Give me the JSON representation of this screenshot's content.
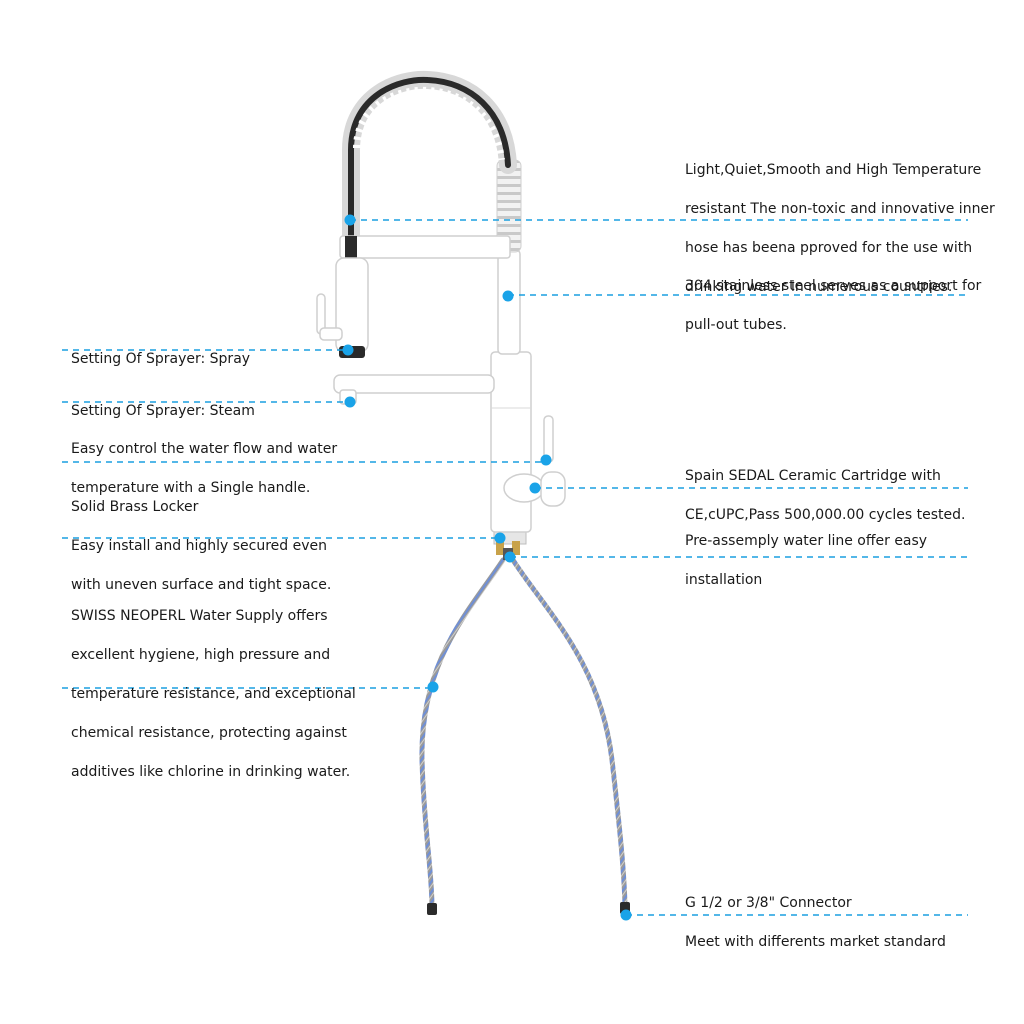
{
  "colors": {
    "leader": "#1a9fe0",
    "dot": "#1aa3e8",
    "faucet_white": "#ffffff",
    "faucet_outline": "#cfcfcf",
    "spring_dark": "#2a2a2a",
    "hose_steel": "#8c8c8c",
    "hose_blue": "#5a7fd0",
    "brass": "#c8a24a"
  },
  "callouts": {
    "spray": {
      "lines": [
        "Setting Of Sprayer: Spray"
      ]
    },
    "steam": {
      "lines": [
        "Setting Of Sprayer: Steam"
      ]
    },
    "handle": {
      "lines": [
        "Easy control the water flow and water",
        "temperature with a Single handle."
      ]
    },
    "locker": {
      "lines": [
        "Solid Brass Locker",
        "Easy install and highly secured even",
        "with uneven surface and tight space."
      ]
    },
    "neoperl": {
      "lines": [
        "SWISS NEOPERL Water Supply offers",
        "excellent hygiene, high pressure and",
        "temperature resistance, and exceptional",
        "chemical resistance, protecting against",
        "additives like chlorine in drinking water."
      ]
    },
    "inner_hose": {
      "lines": [
        "Light,Quiet,Smooth and High Temperature",
        "resistant The non-toxic and innovative inner",
        "hose has beena pproved for the use with",
        "drinking water in numerous countries."
      ]
    },
    "steel": {
      "lines": [
        "304 stainless steel serves as a support for",
        "pull-out tubes."
      ]
    },
    "cartridge": {
      "lines": [
        "Spain SEDAL Ceramic Cartridge with",
        "CE,cUPC,Pass 500,000.00 cycles tested."
      ]
    },
    "waterline": {
      "lines": [
        "Pre-assemply water line offer easy",
        "installation"
      ]
    },
    "connector": {
      "lines": [
        "G 1/2 or 3/8\" Connector",
        "Meet with differents market standard"
      ]
    }
  }
}
